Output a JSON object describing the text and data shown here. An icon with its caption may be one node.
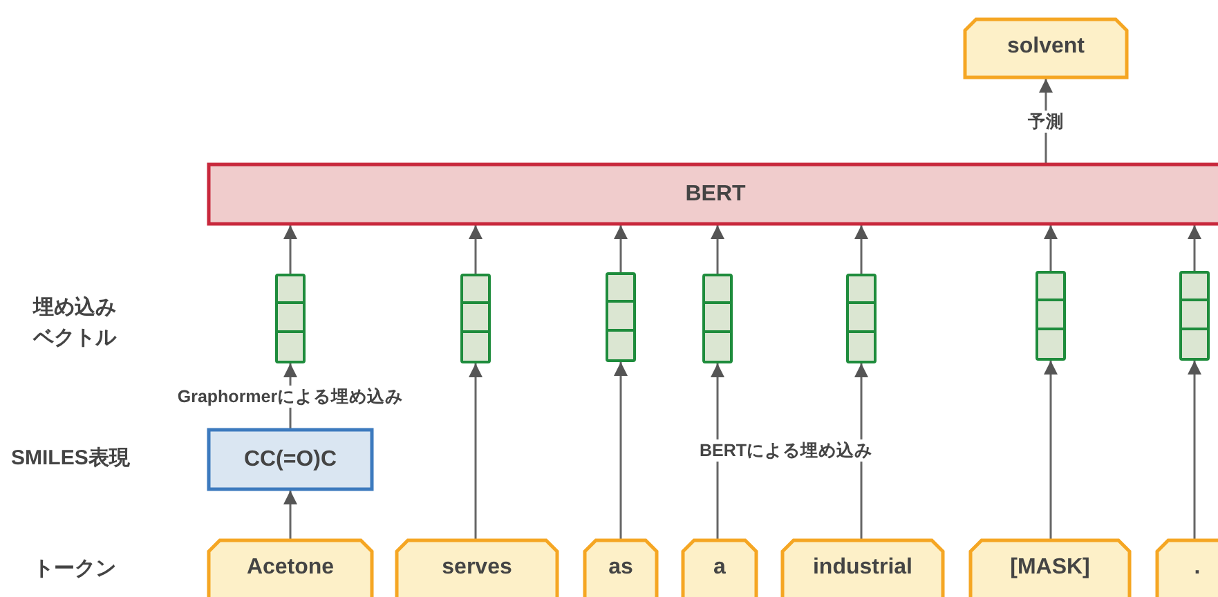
{
  "diagram": {
    "nodes": [
      {
        "text": [
          "solvent"
        ]
      },
      {
        "text": [
          "BERT"
        ]
      },
      {
        "text": [],
        "shape": "box"
      },
      {
        "text": [],
        "shape": "box"
      },
      {
        "text": [],
        "shape": "box"
      },
      {
        "text": [],
        "shape": "box"
      },
      {
        "text": [],
        "shape": "box"
      },
      {
        "text": [],
        "shape": "box"
      },
      {
        "text": [],
        "shape": "box"
      },
      {
        "text": [
          "CC(=O)C"
        ]
      },
      {
        "text": [
          "Acetone"
        ]
      },
      {
        "text": [
          "serves"
        ]
      },
      {
        "text": [
          "as"
        ]
      },
      {
        "text": [
          "a"
        ]
      },
      {
        "text": [
          "industrial"
        ]
      },
      {
        "text": [
          "[MASK]"
        ]
      },
      {
        "text": [
          "."
        ]
      }
    ],
    "edges": [
      {
        "from": 1,
        "to": 0,
        "arrow": "to",
        "label": "予測"
      },
      {
        "from": 2,
        "to": 1,
        "arrow": "to"
      },
      {
        "from": 3,
        "to": 1,
        "arrow": "to"
      },
      {
        "from": 4,
        "to": 1,
        "arrow": "to"
      },
      {
        "from": 5,
        "to": 1,
        "arrow": "to"
      },
      {
        "from": 6,
        "to": 1,
        "arrow": "to"
      },
      {
        "from": 7,
        "to": 1,
        "arrow": "to"
      },
      {
        "from": 8,
        "to": 1,
        "arrow": "to"
      },
      {
        "from": 9,
        "to": 2,
        "arrow": "to",
        "label": "Graphormerによる埋め込み"
      },
      {
        "from": 10,
        "to": 9,
        "arrow": "to"
      },
      {
        "from": 11,
        "to": 3,
        "arrow": "to"
      },
      {
        "from": 12,
        "to": 4,
        "arrow": "to"
      },
      {
        "from": 13,
        "to": 5,
        "arrow": "to"
      },
      {
        "from": 14,
        "to": 6,
        "arrow": "to"
      },
      {
        "from": 15,
        "to": 7,
        "arrow": "to"
      },
      {
        "from": 16,
        "to": 8,
        "arrow": "to"
      }
    ],
    "labels": [
      "埋め込みベクトル",
      "SMILES表現",
      "BERTによる埋め込み",
      "トークン"
    ]
  }
}
